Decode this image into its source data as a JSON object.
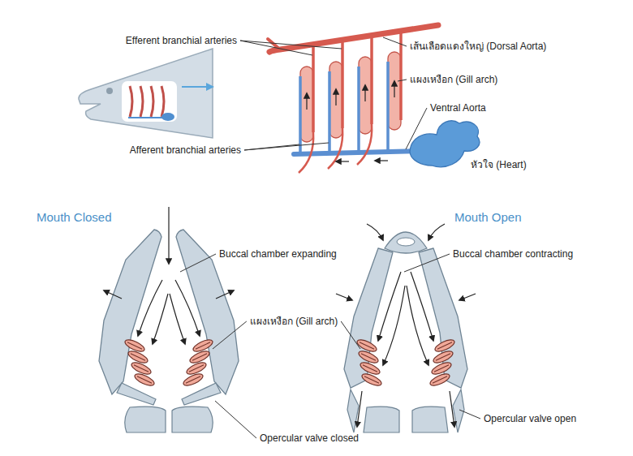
{
  "diagram": {
    "labels": [
      "Efferent branchial arteries",
      "เส้นเลือดแดงใหญ่ (Dorsal Aorta)",
      "แผงเหงือก (Gill arch)",
      "Ventral Aorta",
      "Afferent branchial arteries",
      "หัวใจ (Heart)",
      "Mouth Closed",
      "Buccal chamber expanding",
      "Mouth Open",
      "Buccal chamber contracting",
      "แผงเหงือก (Gill arch)",
      "Opercular valve closed",
      "Opercular valve open"
    ]
  }
}
